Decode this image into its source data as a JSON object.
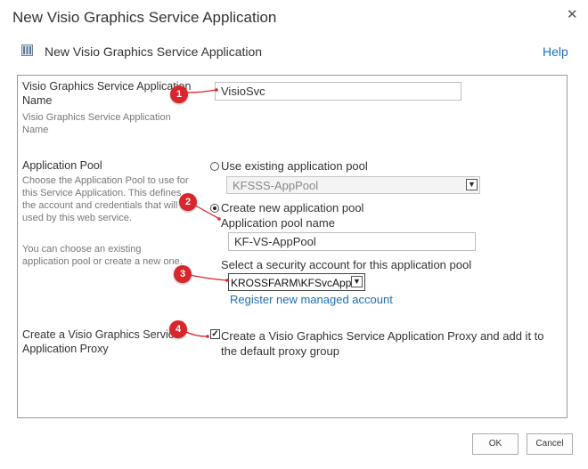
{
  "dialog": {
    "title": "New Visio Graphics Service Application",
    "subtitle": "New Visio Graphics Service Application",
    "help_label": "Help"
  },
  "name_section": {
    "label": "Visio Graphics Service Application Name",
    "description": "Visio Graphics Service Application Name",
    "value": "VisioSvc"
  },
  "pool_section": {
    "label": "Application Pool",
    "description": "Choose the Application Pool to use for this Service Application.  This defines the account and credentials that will be used by this web service.",
    "description2": "You can choose an existing application pool or create a new one.",
    "use_existing_label": "Use existing application pool",
    "existing_pool_value": "KFSSS-AppPool",
    "create_new_label": "Create new application pool",
    "pool_name_label": "Application pool name",
    "pool_name_value": "KF-VS-AppPool",
    "security_account_label": "Select a security account for this application pool",
    "security_account_value": "KROSSFARM\\KFSvcApp",
    "register_link": "Register new managed account"
  },
  "proxy_section": {
    "label": "Create a Visio Graphics Service Application Proxy",
    "checkbox_label": "Create a Visio Graphics Service Application Proxy and add it to the default proxy group",
    "checked": true
  },
  "callouts": [
    "1",
    "2",
    "3",
    "4"
  ],
  "buttons": {
    "ok": "OK",
    "cancel": "Cancel"
  },
  "colors": {
    "callout": "#d8262c",
    "link": "#1e6fb5"
  }
}
